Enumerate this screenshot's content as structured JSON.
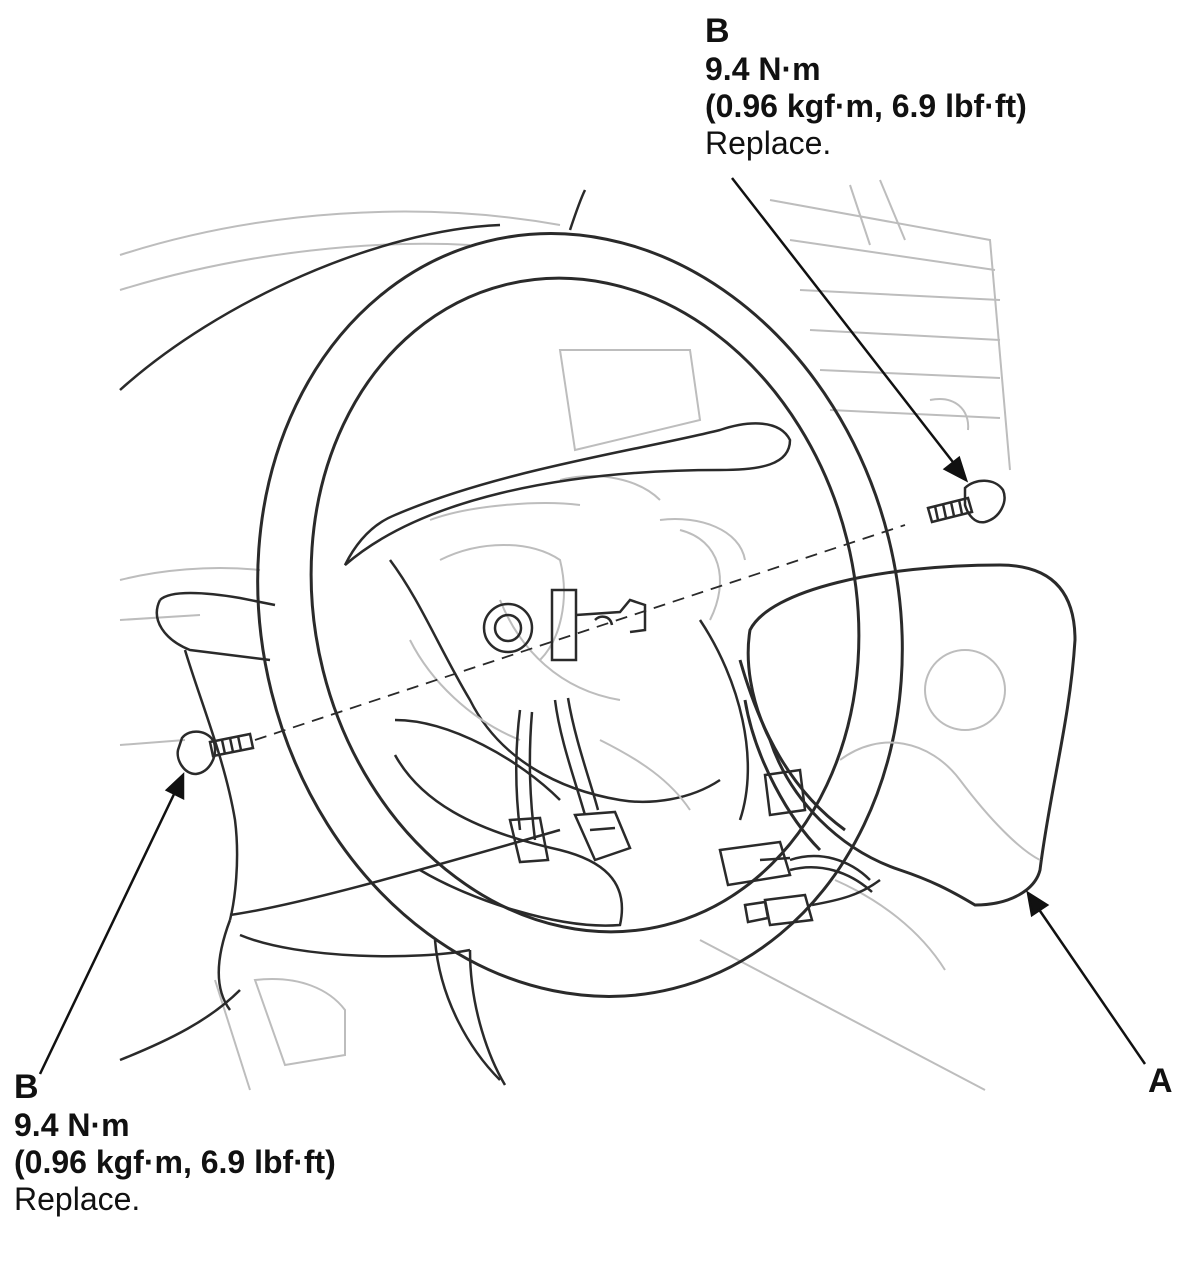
{
  "callouts": {
    "top_fastener": {
      "letter": "B",
      "torque_nm": "9.4 N·m",
      "torque_alt": "(0.96 kgf·m, 6.9 lbf·ft)",
      "note": "Replace."
    },
    "bottom_fastener": {
      "letter": "B",
      "torque_nm": "9.4 N·m",
      "torque_alt": "(0.96 kgf·m, 6.9 lbf·ft)",
      "note": "Replace."
    },
    "airbag_module": {
      "letter": "A"
    }
  },
  "colors": {
    "line_dark": "#2a2a2a",
    "line_light": "#bdbdbd",
    "background": "#ffffff"
  }
}
